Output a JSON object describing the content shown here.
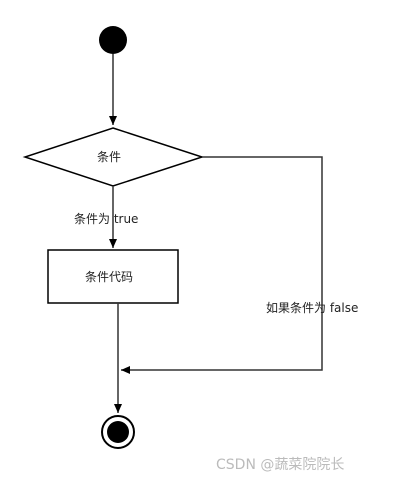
{
  "diagram": {
    "condition_label": "条件",
    "true_label": "条件为 true",
    "code_label": "条件代码",
    "false_label": "如果条件为 false"
  },
  "watermark": {
    "text": "CSDN @蔬菜院院长"
  }
}
